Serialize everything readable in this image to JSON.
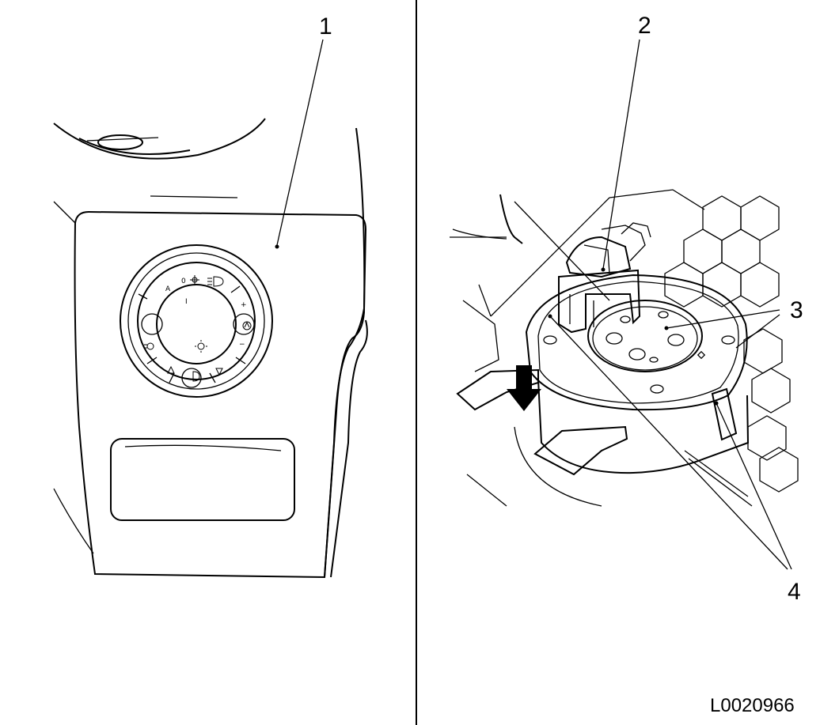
{
  "figure": {
    "callouts": {
      "c1": "1",
      "c2": "2",
      "c3": "3",
      "c4": "4"
    },
    "figure_code": "L0020966",
    "switch_symbols": {
      "auto": "A",
      "off": "0",
      "plus": "+",
      "minus": "−",
      "tick": "I"
    }
  }
}
